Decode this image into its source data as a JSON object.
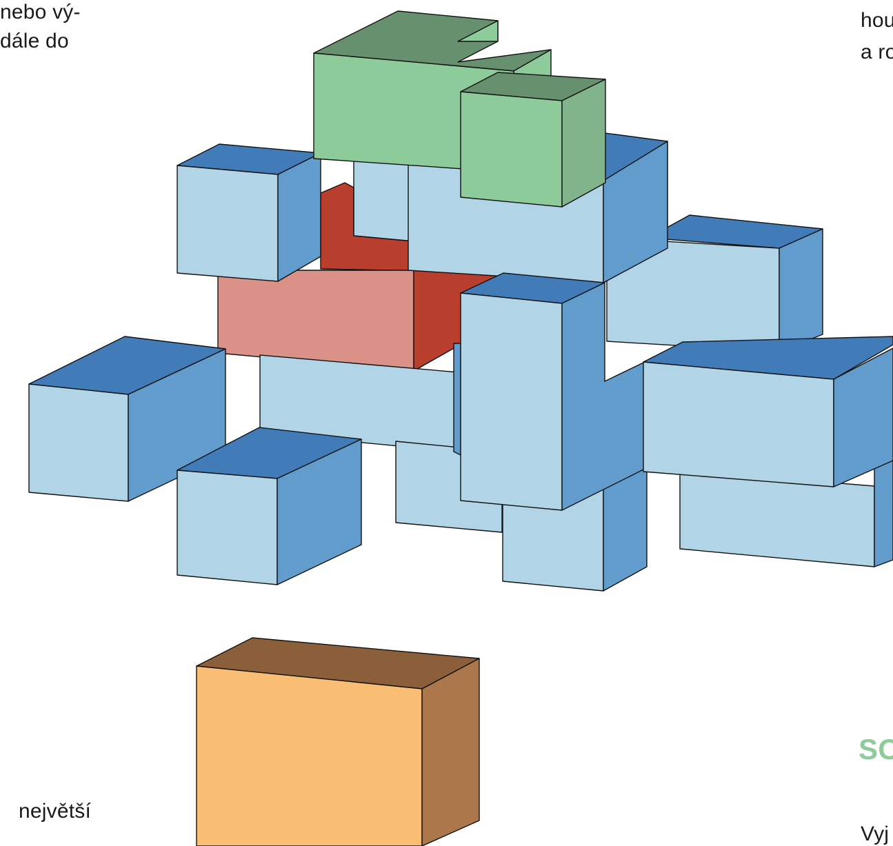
{
  "text": {
    "left_line1": "nebo vý-",
    "left_line2": "dále do",
    "left_line3": "největší",
    "right_line1": "hou",
    "right_line2": "a ro",
    "right_heading": "SO",
    "right_line3": "Vyj"
  },
  "colors": {
    "blue_top": "#427cb8",
    "blue_front": "#b1d4e7",
    "blue_side": "#619ccd",
    "red_top": "#b83e2e",
    "red_front": "#da9187",
    "green_top": "#67906f",
    "green_front": "#8ecb9a",
    "green_side": "#82b48b",
    "orange_top": "#8b5f3a",
    "orange_front": "#f9be74",
    "orange_side": "#ac774b",
    "heading": "#8ecb9a",
    "text": "#1a1a1a"
  }
}
